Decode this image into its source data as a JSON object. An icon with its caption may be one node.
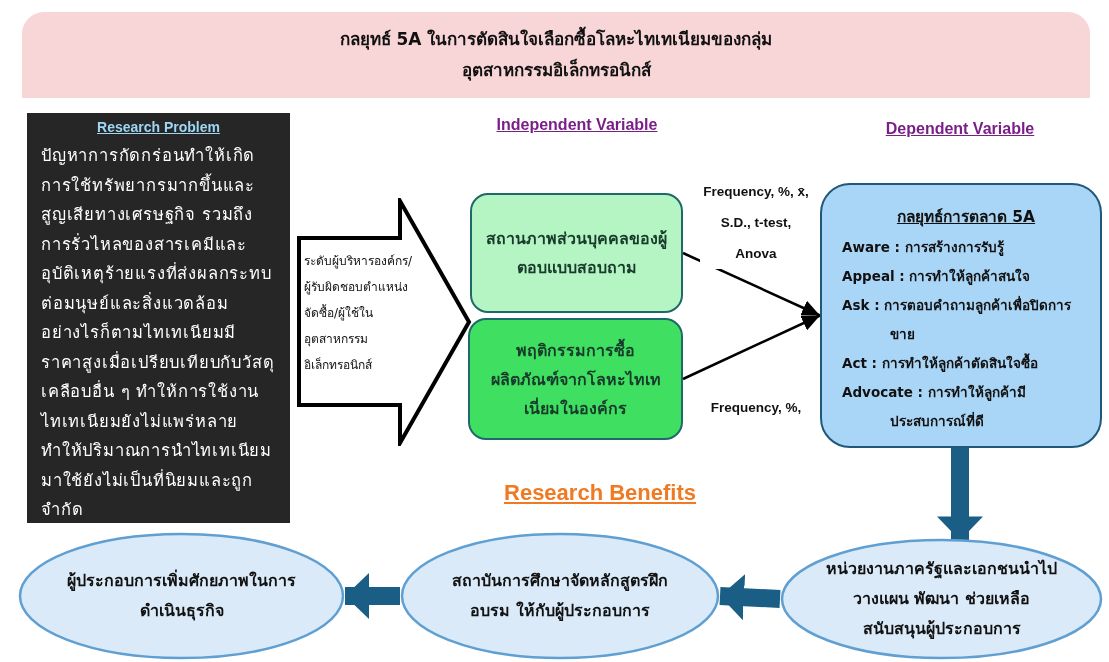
{
  "diagram": {
    "nodes": [
      {
        "text": [
          "กลยุทธ์ 5A ในการตัดสินใจเลือกซื้อโลหะไทเทเนียมของกลุ่มอุตสาหกรรมอิเล็กทรอนิกส์"
        ]
      },
      {
        "text": [
          "Research Problem",
          "ปัญหาการกัดกร่อนทำให้เกิดการใช้ทรัพยากรมากขึ้นและสูญเสียทางเศรษฐกิจ รวมถึงการรั่วไหลของสารเคมีและอุบัติเหตุร้ายแรงที่ส่งผลกระทบต่อมนุษย์และสิ่งแวดล้อมอย่างไรก็ตามไทเทเนียมมีราคาสูงเมื่อเปรียบเทียบกับวัสดุเคลือบอื่น ๆ ทำให้การใช้งานไทเทเนียมยังไม่แพร่หลาย ทำให้ปริมาณการนำไทเทเนียมมาใช้ยังไม่เป็นที่นิยมและถูกจำกัด"
        ]
      },
      {
        "text": [
          "ระดับผู้บริหารองค์กร/ผู้รับผิดชอบตำแหน่งจัดซื้อ/ผู้ใช้ในอุตสาหกรรมอิเล็กทรอนิกส์"
        ]
      },
      {
        "text": [
          "สถานภาพส่วนบุคคลของผู้ตอบแบบสอบถาม"
        ]
      },
      {
        "text": [
          "พฤติกรรมการซื้อผลิตภัณฑ์จากโลหะไทเทเนี่ยมในองค์กร"
        ]
      },
      {
        "text": [
          "กลยุทธ์การตลาด 5A",
          "Aware : การสร้างการรับรู้",
          "Appeal : การทำให้ลูกค้าสนใจ",
          "Ask : การตอบคำถามลูกค้าเพื่อปิดการขาย",
          "Act : การทำให้ลูกค้าตัดสินใจซื้อ",
          "Advocate : การทำให้ลูกค้ามีประสบการณ์ที่ดี"
        ]
      },
      {
        "text": [
          "ผู้ประกอบการเพิ่มศักยภาพในการดำเนินธุรกิจ"
        ]
      },
      {
        "text": [
          "สถาบันการศึกษาจัดหลักสูตรฝึกอบรม ให้กับผู้ประกอบการ"
        ]
      },
      {
        "text": [
          "หน่วยงานภาครัฐและเอกชนนำไปวางแผน พัฒนา ช่วยเหลือสนับสนุนผู้ประกอบการ"
        ]
      }
    ],
    "edges": [
      {
        "from": 3,
        "to": 5,
        "arrow": "to",
        "color": "#000000",
        "label": "Frequency, %, x̄, S.D., t-test, Anova"
      },
      {
        "from": 4,
        "to": 5,
        "arrow": "to",
        "color": "#000000",
        "label": "Frequency, %,"
      },
      {
        "from": 5,
        "to": 8,
        "arrow": "to",
        "color": "#1a5e85"
      },
      {
        "from": 8,
        "to": 7,
        "arrow": "to",
        "color": "#1a5e85"
      },
      {
        "from": 7,
        "to": 6,
        "arrow": "to",
        "color": "#1a5e85"
      }
    ],
    "labels": [
      "Independent Variable",
      "Dependent Variable",
      "Research Benefits"
    ]
  }
}
